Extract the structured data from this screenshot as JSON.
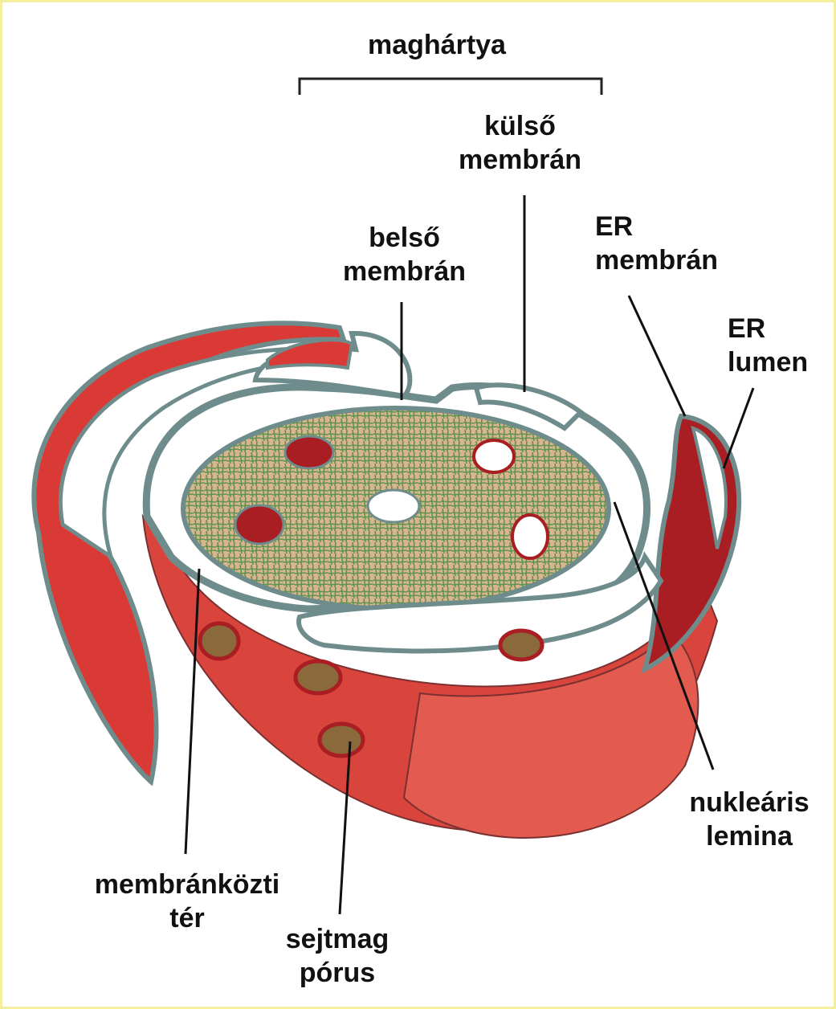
{
  "labels": {
    "maghartya": "maghártya",
    "kulso_line1": "külső",
    "kulso_line2": "membrán",
    "belso_line1": "belső",
    "belso_line2": "membrán",
    "er_membran_line1": "ER",
    "er_membran_line2": "membrán",
    "er_lumen_line1": "ER",
    "er_lumen_line2": "lumen",
    "nuklearis_line1": "nukleáris",
    "nuklearis_line2": "lemina",
    "membrankozti_line1": "membránközti",
    "membrankozti_line2": "tér",
    "sejtmag_line1": "sejtmag",
    "sejtmag_line2": "pórus"
  },
  "colors": {
    "background": "#fffbd6",
    "membrane_red": "#d93a36",
    "membrane_dark_red": "#a81e22",
    "membrane_edge_gray": "#6f8c8c",
    "lumen_white": "#ffffff",
    "nucleoplasm_tan": "#d9b48e",
    "lamina_green": "#2f8a3a",
    "pore_brown": "#8a6a3a"
  }
}
